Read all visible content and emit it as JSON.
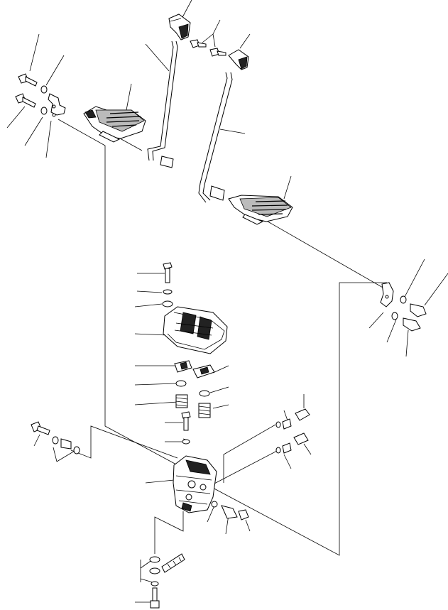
{
  "figure": {
    "kind": "exploded-parts-diagram",
    "labels": []
  },
  "colors": {
    "line": "#000000",
    "background": "#ffffff",
    "shade": "#222222"
  },
  "parts": [
    {
      "id": "left-pedal",
      "icon": "pedal-icon"
    },
    {
      "id": "right-pedal",
      "icon": "pedal-icon"
    },
    {
      "id": "left-rod",
      "icon": "rod-icon"
    },
    {
      "id": "right-rod",
      "icon": "rod-icon"
    },
    {
      "id": "left-lever-head",
      "icon": "lever-head-icon"
    },
    {
      "id": "right-lever-head",
      "icon": "lever-head-icon"
    },
    {
      "id": "valve-cover",
      "icon": "cover-icon"
    },
    {
      "id": "pilot-valve",
      "icon": "valve-icon"
    },
    {
      "id": "hose-fitting",
      "icon": "fitting-icon"
    },
    {
      "id": "hose-joint",
      "icon": "joint-icon"
    }
  ]
}
